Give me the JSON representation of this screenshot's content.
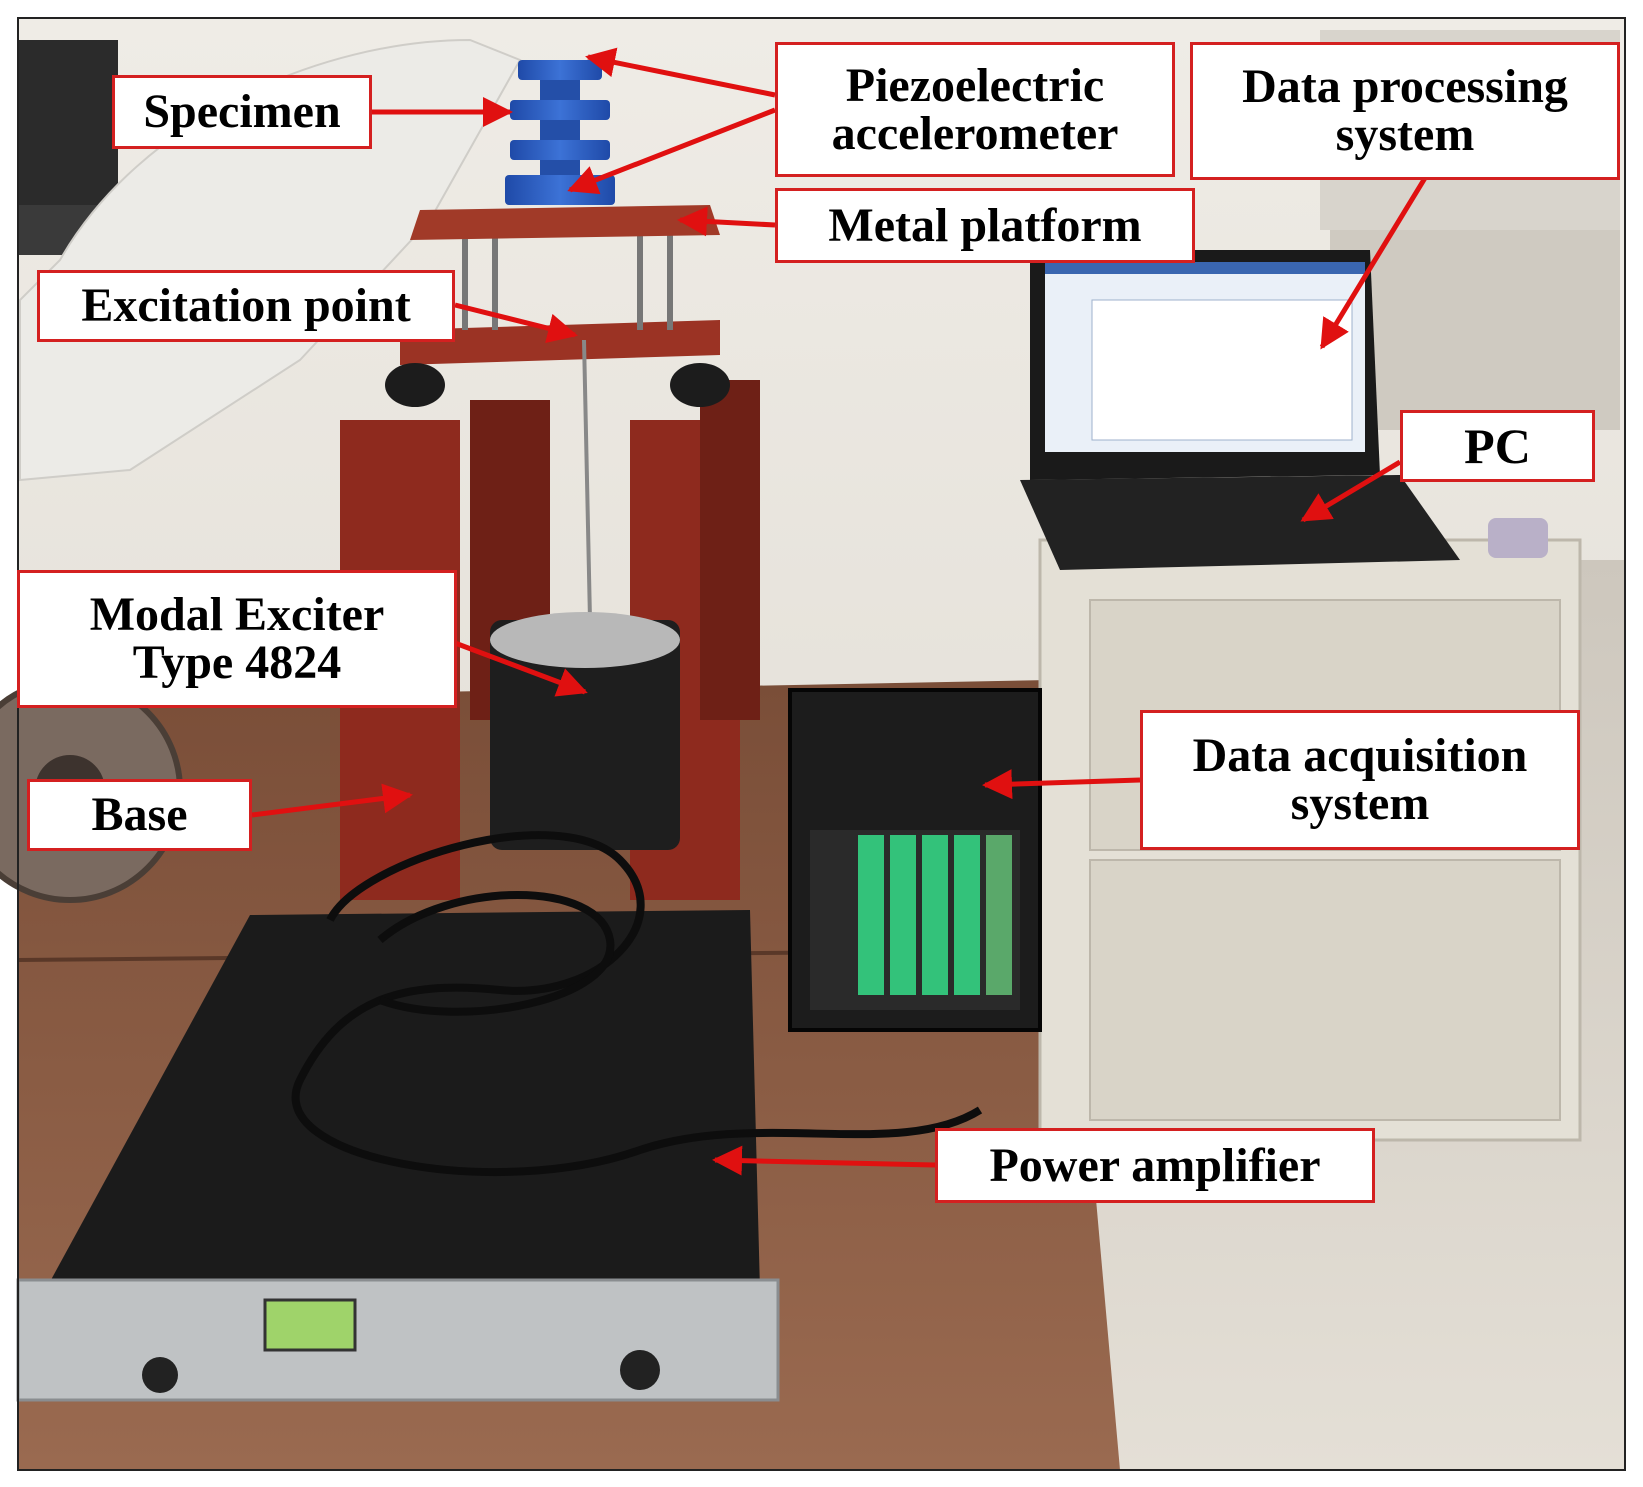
{
  "labels": {
    "specimen": "Specimen",
    "accelerometer": [
      "Piezoelectric",
      "accelerometer"
    ],
    "data_processing": [
      "Data processing",
      "system"
    ],
    "metal_platform": "Metal platform",
    "excitation_point": "Excitation point",
    "pc": "PC",
    "modal_exciter": [
      "Modal Exciter",
      "Type 4824"
    ],
    "base": "Base",
    "data_acquisition": [
      "Data acquisition",
      "system"
    ],
    "power_amplifier": "Power amplifier"
  },
  "colors": {
    "callout_border": "#d42020",
    "arrow": "#e01010",
    "frame_red": "#8e2a1e",
    "specimen_blue": "#2f5fbf",
    "floor": "#d9d4cc",
    "wall": "#e8e4dc",
    "table": "#8a5a42"
  },
  "icons": [
    "arrow-icon"
  ]
}
